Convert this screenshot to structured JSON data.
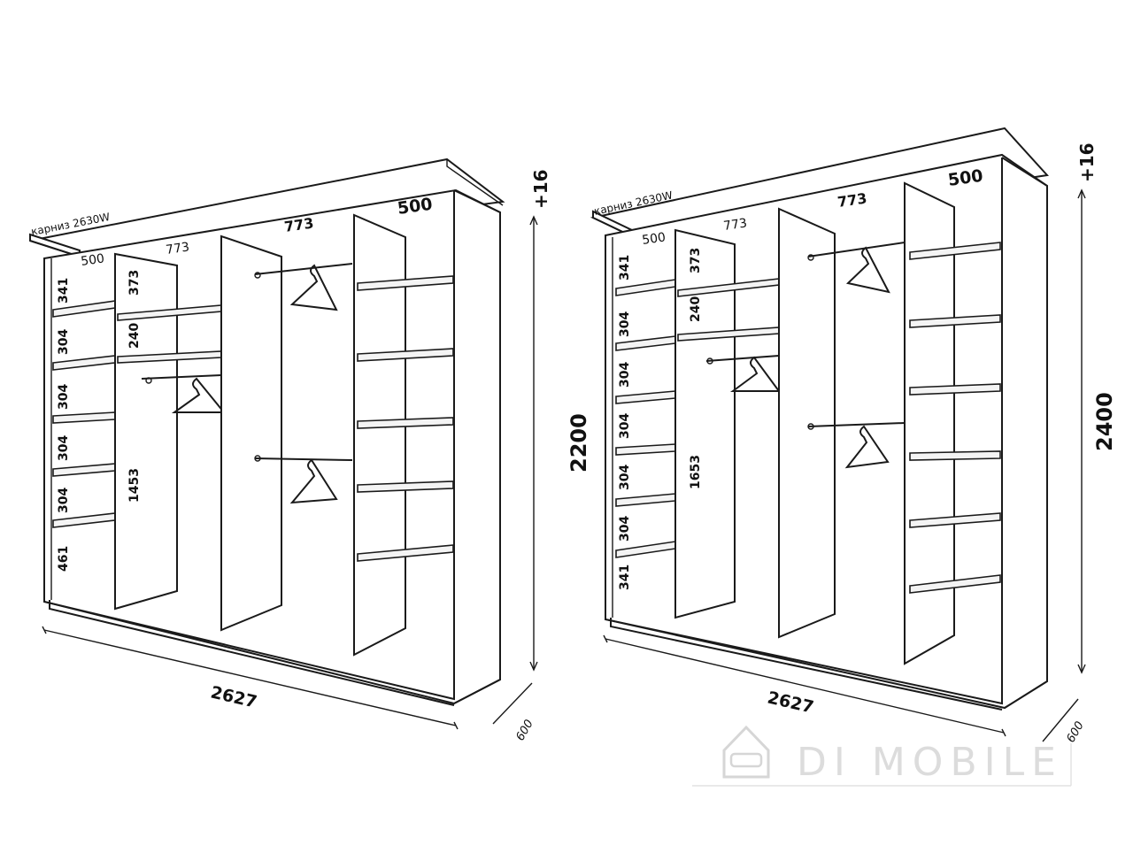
{
  "left_wardrobe": {
    "cornice_label": "карниз 2630W",
    "width": "2627",
    "depth": "600",
    "height": "2200",
    "cornice_add": "+16",
    "sections": [
      "500",
      "773",
      "773",
      "500"
    ],
    "section1_shelves": [
      "341",
      "304",
      "304",
      "304",
      "304",
      "461"
    ],
    "section2_upper": [
      "373",
      "240"
    ],
    "section2_hanging": "1453"
  },
  "right_wardrobe": {
    "cornice_label": "карниз 2630W",
    "width": "2627",
    "depth": "600",
    "height": "2400",
    "cornice_add": "+16",
    "sections": [
      "500",
      "773",
      "773",
      "500"
    ],
    "section1_shelves": [
      "341",
      "304",
      "304",
      "304",
      "304",
      "304",
      "341"
    ],
    "section2_upper": [
      "373",
      "240"
    ],
    "section2_hanging": "1653"
  },
  "watermark": {
    "text": "DI MOBILE",
    "icon": "sofa-house-icon"
  }
}
